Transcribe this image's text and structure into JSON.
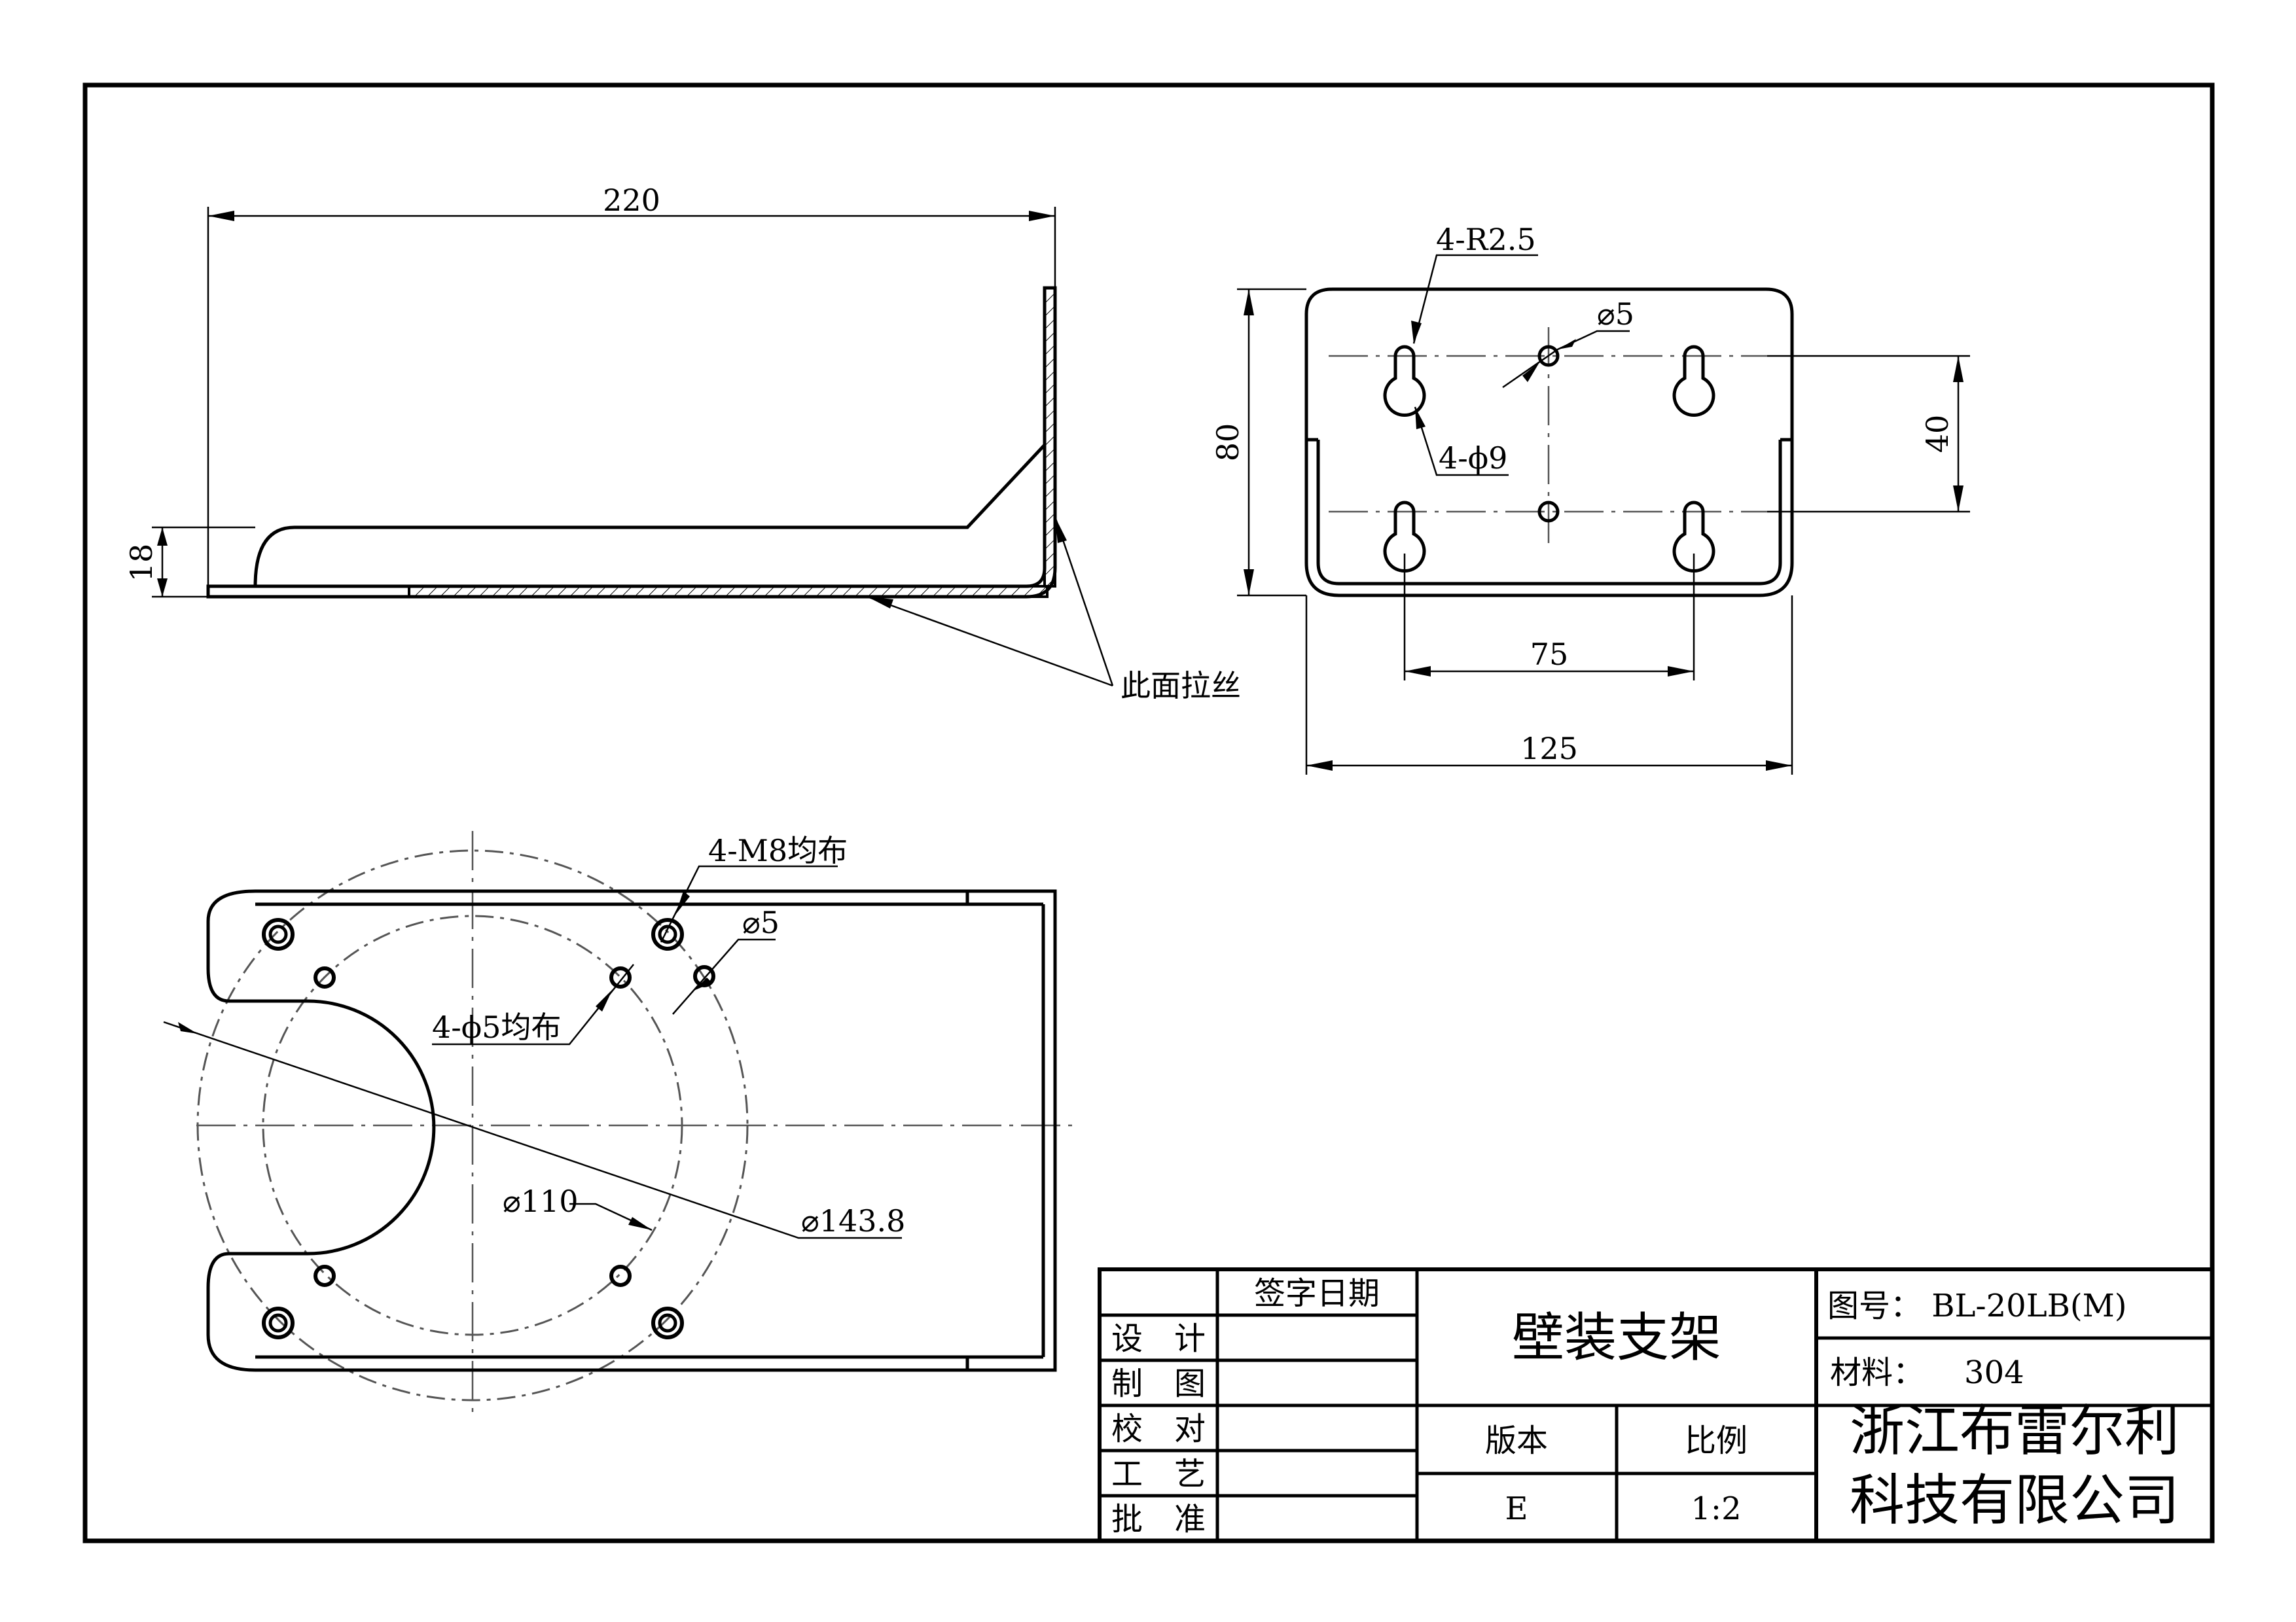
{
  "views": {
    "side": {
      "dim_width": "220",
      "dim_height": "18",
      "note": "此面拉丝"
    },
    "front": {
      "dim_r": "4-R2.5",
      "dim_d5": "⌀5",
      "dim_d9": "4-ϕ9",
      "dim_height": "80",
      "dim_spacing_v": "40",
      "dim_spacing_h": "75",
      "dim_width": "125"
    },
    "top": {
      "dim_m8": "4-M8均布",
      "dim_d5": "⌀5",
      "dim_d5_holes": "4-ϕ5均布",
      "dim_d110": "⌀110",
      "dim_d143": "⌀143.8"
    }
  },
  "title_block": {
    "sign_date_header": "签字日期",
    "roles": [
      "设　计",
      "制　图",
      "校　对",
      "工　艺",
      "批　准"
    ],
    "part_name": "壁装支架",
    "version_label": "版本",
    "scale_label": "比例",
    "version_value": "E",
    "scale_value": "1:2",
    "drawing_no": "图号： BL-20LB(M)",
    "material": "材料：    304",
    "company_line1": "浙江布雷尔利",
    "company_line2": "科技有限公司"
  }
}
